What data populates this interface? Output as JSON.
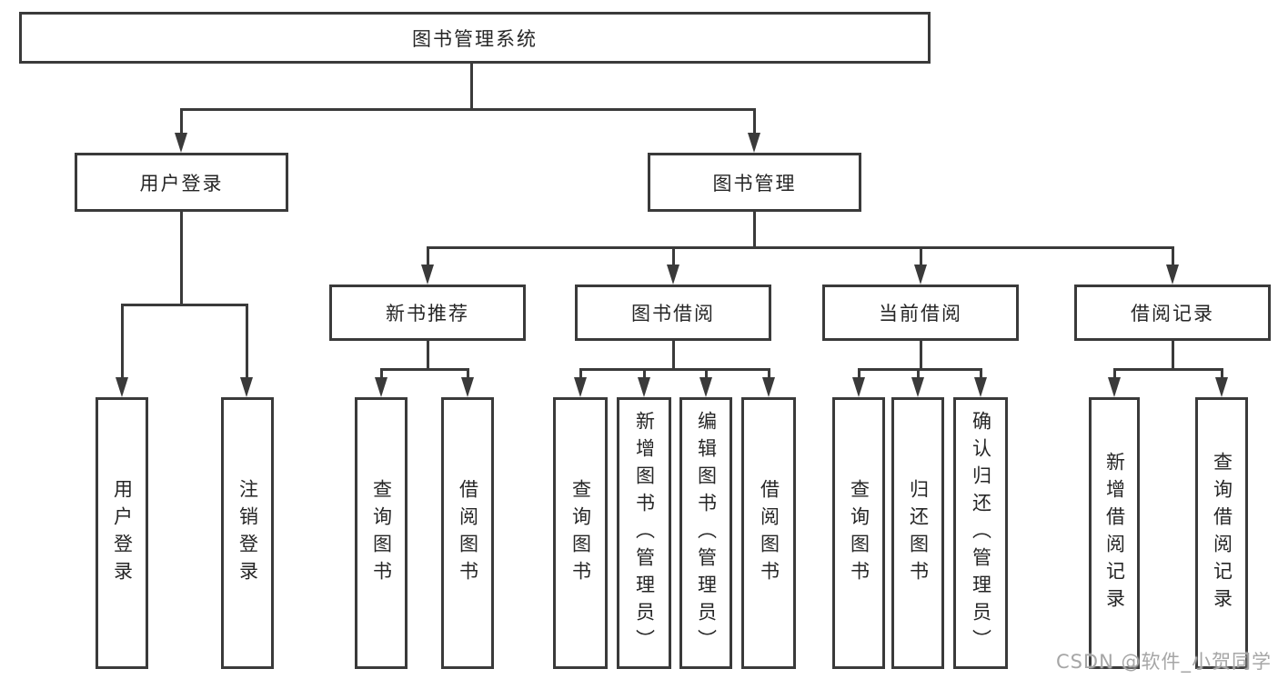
{
  "diagram": {
    "root": {
      "label": "图书管理系统"
    },
    "level2": {
      "user_login": {
        "label": "用户登录"
      },
      "book_mgmt": {
        "label": "图书管理"
      }
    },
    "level3": {
      "new_book": {
        "label": "新书推荐"
      },
      "borrow": {
        "label": "图书借阅"
      },
      "current": {
        "label": "当前借阅"
      },
      "record": {
        "label": "借阅记录"
      }
    },
    "leaves": {
      "ul1": {
        "label": "用户登录"
      },
      "ul2": {
        "label": "注销登录"
      },
      "nb1": {
        "label": "查询图书"
      },
      "nb2": {
        "label": "借阅图书"
      },
      "bb1": {
        "label": "查询图书"
      },
      "bb2": {
        "label": "新增图书（管理员）"
      },
      "bb3": {
        "label": "编辑图书（管理员）"
      },
      "bb4": {
        "label": "借阅图书"
      },
      "cb1": {
        "label": "查询图书"
      },
      "cb2": {
        "label": "归还图书"
      },
      "cb3": {
        "label": "确认归还（管理员）"
      },
      "br1": {
        "label": "新增借阅记录"
      },
      "br2": {
        "label": "查询借阅记录"
      }
    },
    "watermark": "CSDN @软件_小贺同学",
    "colors": {
      "line": "#3a3a3a",
      "text": "#262626",
      "background": "#ffffff",
      "watermark": "#a6a6a6"
    }
  }
}
